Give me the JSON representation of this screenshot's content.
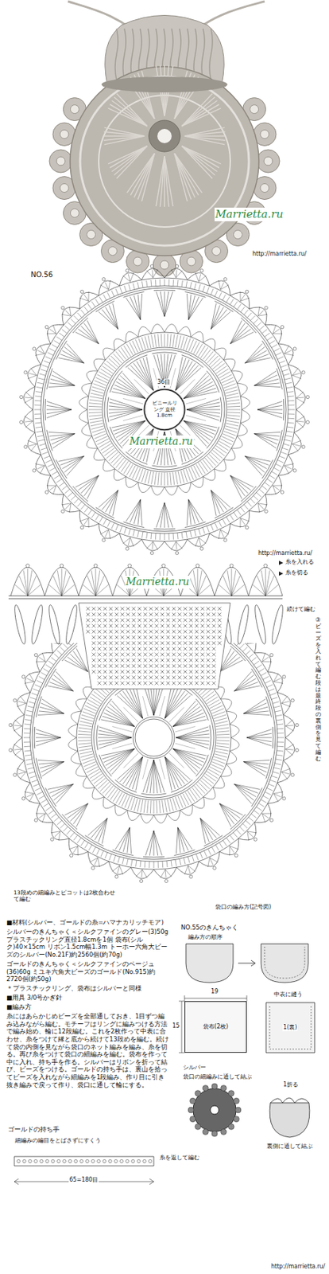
{
  "diagram": {
    "nodes": [
      {
        "text": [
          "ビニールリング 直径1.8cm"
        ]
      },
      {
        "text": [
          "袋布(2枚)"
        ]
      }
    ],
    "labels": [
      "Marrietta.ru",
      "http://marrietta.ru/",
      "NO.56",
      "36目",
      "Marrietta.ru",
      "http://marrietta.ru/",
      "糸を入れる",
      "糸を切る",
      "続けて編む",
      "Marrietta.ru",
      "③ビーズを入れて編む段は最終段の裏側を見て編む",
      "13段めの細編みとピコットは2枚合わせて編む",
      "袋口の編み方(記号図)",
      "■材料(シルバー、ゴールドの糸=ハマナカリッチモア)",
      "シルバーのきんちゃく＜シルクファインのグレー(3)50g プラスチックリング直径1.8cmを1個 袋布(シルク)40×15cm リボン1.5cm幅1.3m トーホー六角大ビーズのシルバー(No.21F)約2560個(約70g)",
      "ゴールドのきんちゃく＜シルクファインのベージュ(36)60g ミユキ六角大ビーズのゴールド(No.915)約2720個(約50g)",
      "＊プラスチックリング、袋布はシルバーと同様",
      "■用具 3/0号かぎ針",
      "■編み方",
      "糸にはあらかじめビーズを全部通しておき、1目ずつ編み込みながら編む。モチーフはリングに編みつける方法で編み始め、輪に12段編む。これを2枚作って中表に合わせ、糸をつけて縁と底から続けて13段めを編む。続けて袋の内側を見ながら袋口のネット編みを編み、糸を切る。再び糸をつけて袋口の細編みを編む。袋布を作って中に入れ、持ち手を作る。シルバーはリボンを折って結び、ビーズをつける。ゴールドの持ち手は、裏山を拾ってビーズを入れながら細編みを1段編み、作り目に引き抜き編みで戻って作り、袋口に通して輪にする。",
      "NO.55のきんちゃく",
      "編み方の順序",
      "19",
      "15",
      "中表に縫う",
      "1(裏)",
      "シルバー",
      "袋口の細編みに通して結ぶ",
      "1折る",
      "ゴールドの持ち手",
      "細編みの編目をとばさずにすくう",
      "糸を返して編む",
      "65=180目",
      "裏側に通して結ぶ",
      "http://marrietta.ru/"
    ]
  }
}
